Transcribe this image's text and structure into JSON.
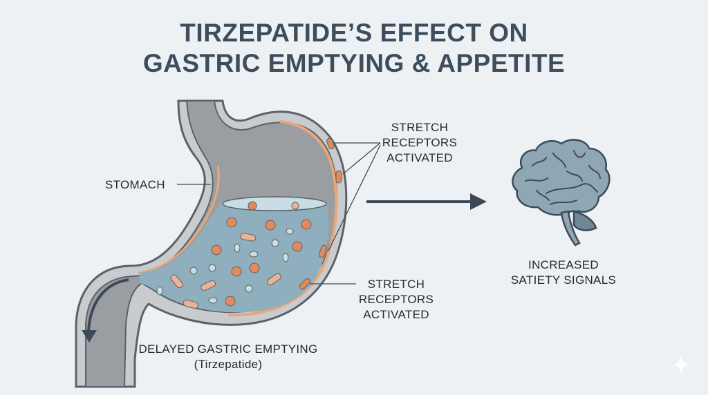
{
  "title": {
    "line1": "TIRZEPATIDE’S EFFECT ON",
    "line2": "GASTRIC EMPTYING & APPETITE"
  },
  "labels": {
    "stomach": "STOMACH",
    "stretch_top": [
      "STRETCH",
      "RECEPTORS",
      "ACTIVATED"
    ],
    "stretch_bottom": [
      "STRETCH",
      "RECEPTORS",
      "ACTIVATED"
    ],
    "satiety": [
      "INCREASED",
      "SATIETY SIGNALS"
    ],
    "delayed": "DELAYED GASTRIC EMPTYING",
    "delayed_sub": "(Tirzepatide)"
  },
  "icons": {
    "stomach": "stomach-illustration",
    "brain": "brain-illustration",
    "arrow": "right-arrow-icon",
    "flow": "curved-down-arrow-icon",
    "watermark": "sparkle-icon"
  },
  "colors": {
    "background": "#edf1f4",
    "title": "#3d4d5c",
    "stomach_wall": "#c9ccce",
    "stomach_outline": "#5b6168",
    "stomach_air": "#9a9da1",
    "fluid": "#8fafbf",
    "muscle_layer": "#e8a77a",
    "receptor": "#e08a5a",
    "particle": "#e28a5c",
    "brain": "#8fa7b4",
    "arrow": "#3c4a57"
  }
}
